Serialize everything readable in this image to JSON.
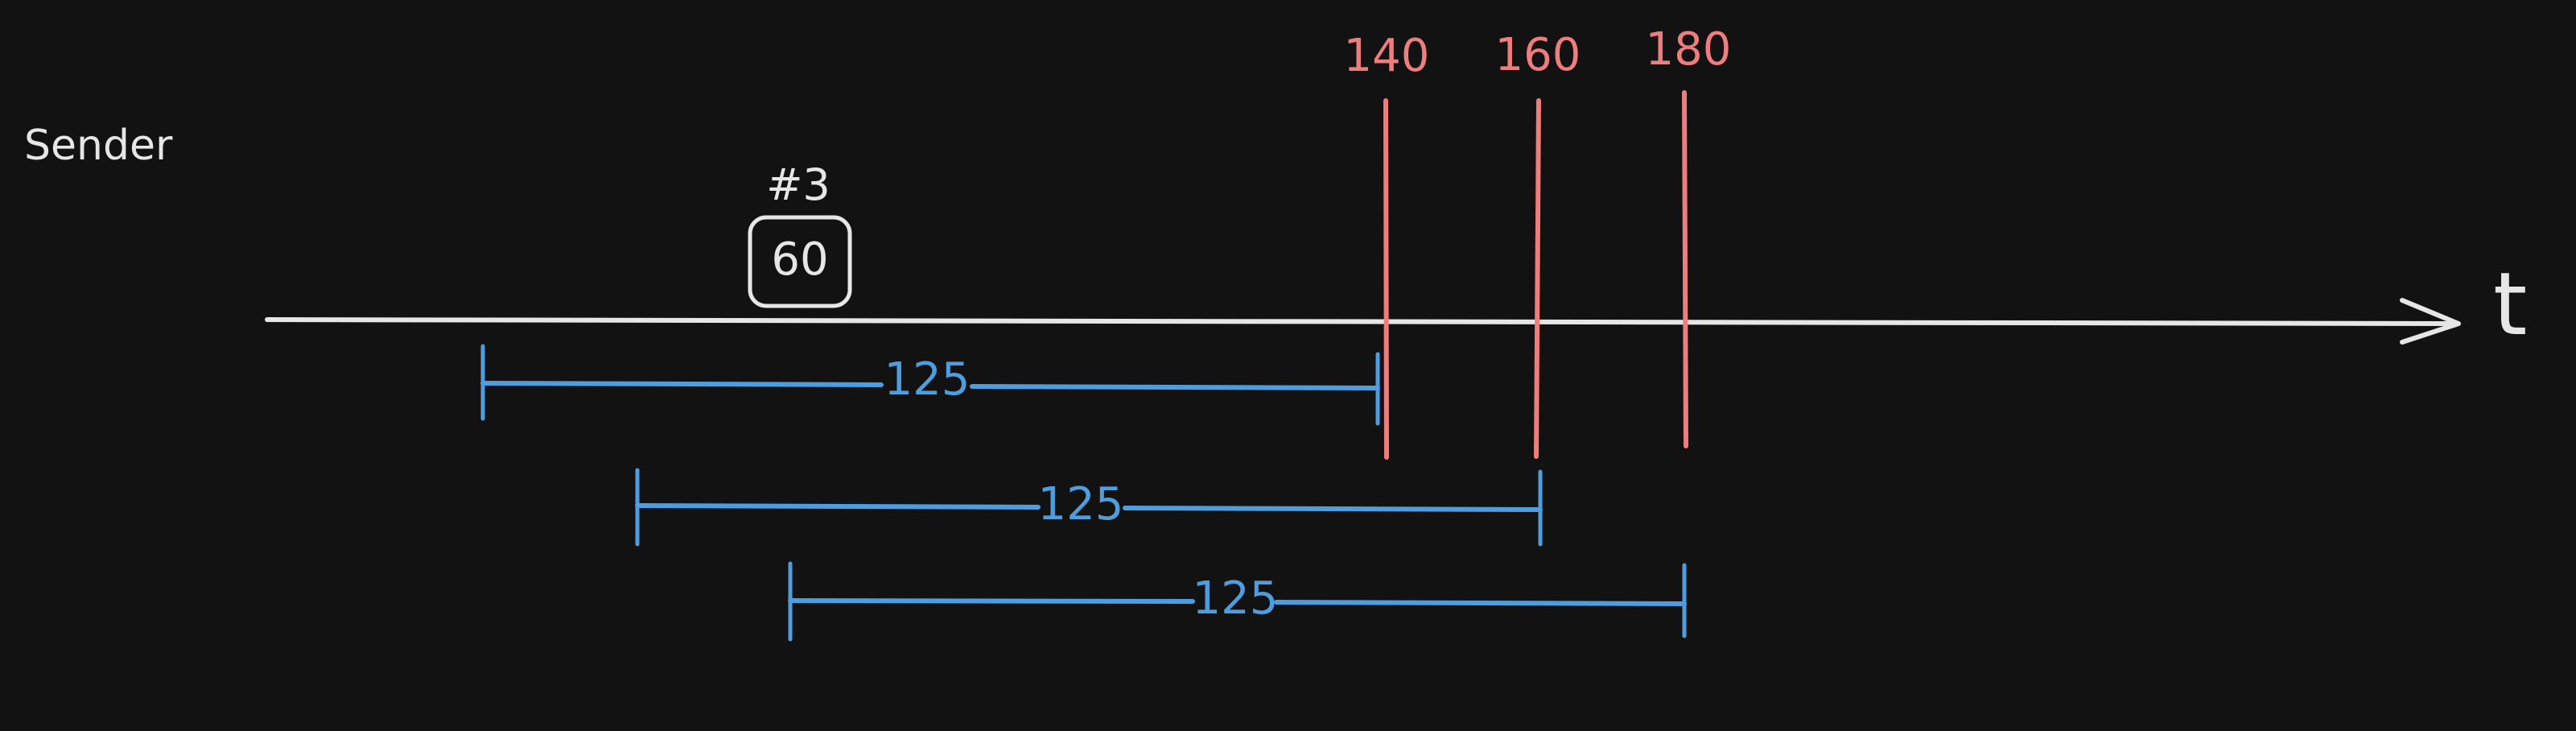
{
  "labels": {
    "sender": "Sender",
    "packet_id": "#3",
    "packet_value": "60",
    "time_axis": "t"
  },
  "markers": [
    {
      "label": "140"
    },
    {
      "label": "160"
    },
    {
      "label": "180"
    }
  ],
  "intervals": [
    {
      "label": "125"
    },
    {
      "label": "125"
    },
    {
      "label": "125"
    }
  ],
  "colors": {
    "background": "#121212",
    "foreground": "#e6e6e6",
    "marker": "#f07d7d",
    "interval": "#4d9ee0"
  }
}
